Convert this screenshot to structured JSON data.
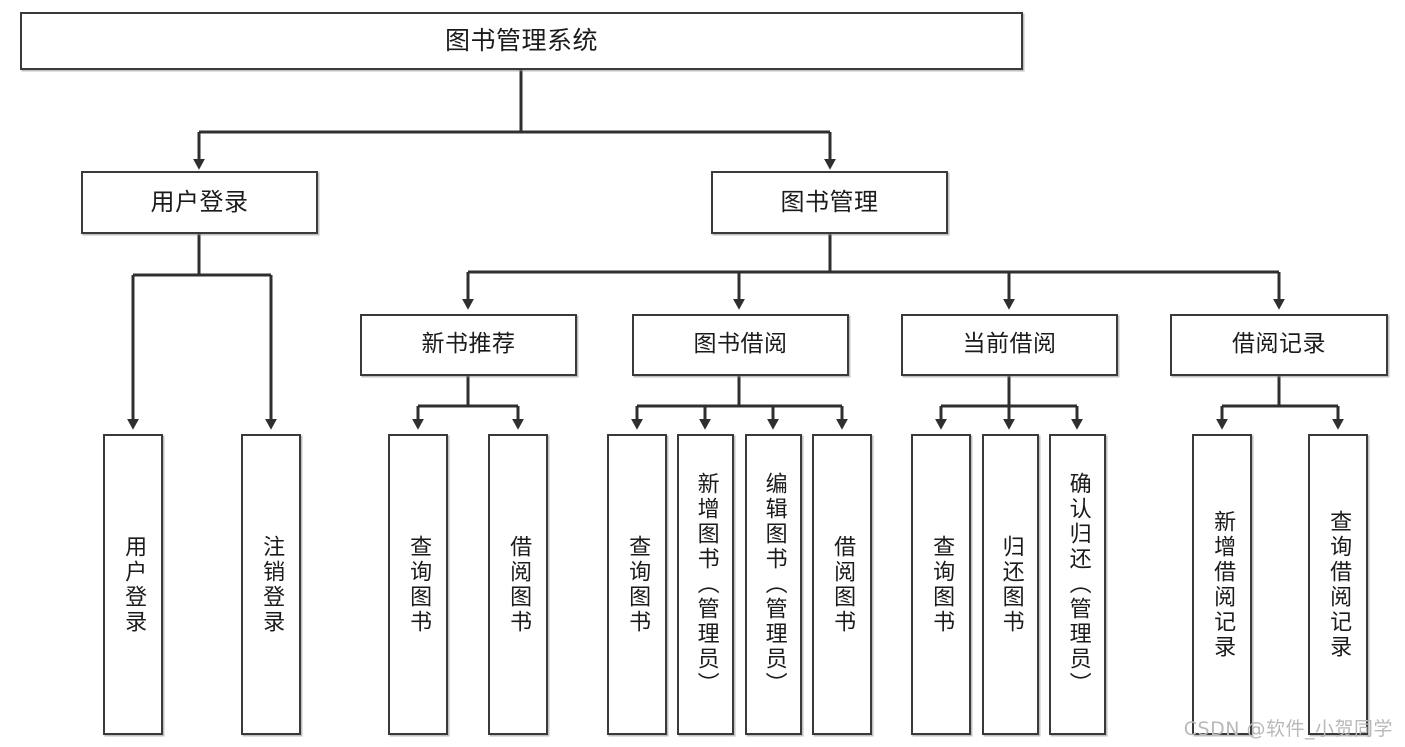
{
  "diagram": {
    "title": "图书管理系统",
    "type": "hierarchy-tree",
    "root": {
      "label": "图书管理系统"
    },
    "level2": [
      {
        "label": "用户登录"
      },
      {
        "label": "图书管理"
      }
    ],
    "level3": [
      {
        "label": "新书推荐"
      },
      {
        "label": "图书借阅"
      },
      {
        "label": "当前借阅"
      },
      {
        "label": "借阅记录"
      }
    ],
    "leaves": {
      "user_login": [
        {
          "label": "用户登录"
        },
        {
          "label": "注销登录"
        }
      ],
      "new_book_recommend": [
        {
          "label": "查询图书"
        },
        {
          "label": "借阅图书"
        }
      ],
      "book_borrow": [
        {
          "label": "查询图书"
        },
        {
          "label": "新增图书（管理员）"
        },
        {
          "label": "编辑图书（管理员）"
        },
        {
          "label": "借阅图书"
        }
      ],
      "current_borrow": [
        {
          "label": "查询图书"
        },
        {
          "label": "归还图书"
        },
        {
          "label": "确认归还（管理员）"
        }
      ],
      "borrow_record": [
        {
          "label": "新增借阅记录"
        },
        {
          "label": "查询借阅记录"
        }
      ]
    }
  },
  "watermark": {
    "text": "CSDN @软件_小贺同学"
  },
  "colors": {
    "stroke": "#3a3a3a",
    "text": "#1b1b1b",
    "background": "#ffffff",
    "watermark": "#b9b9b9"
  }
}
